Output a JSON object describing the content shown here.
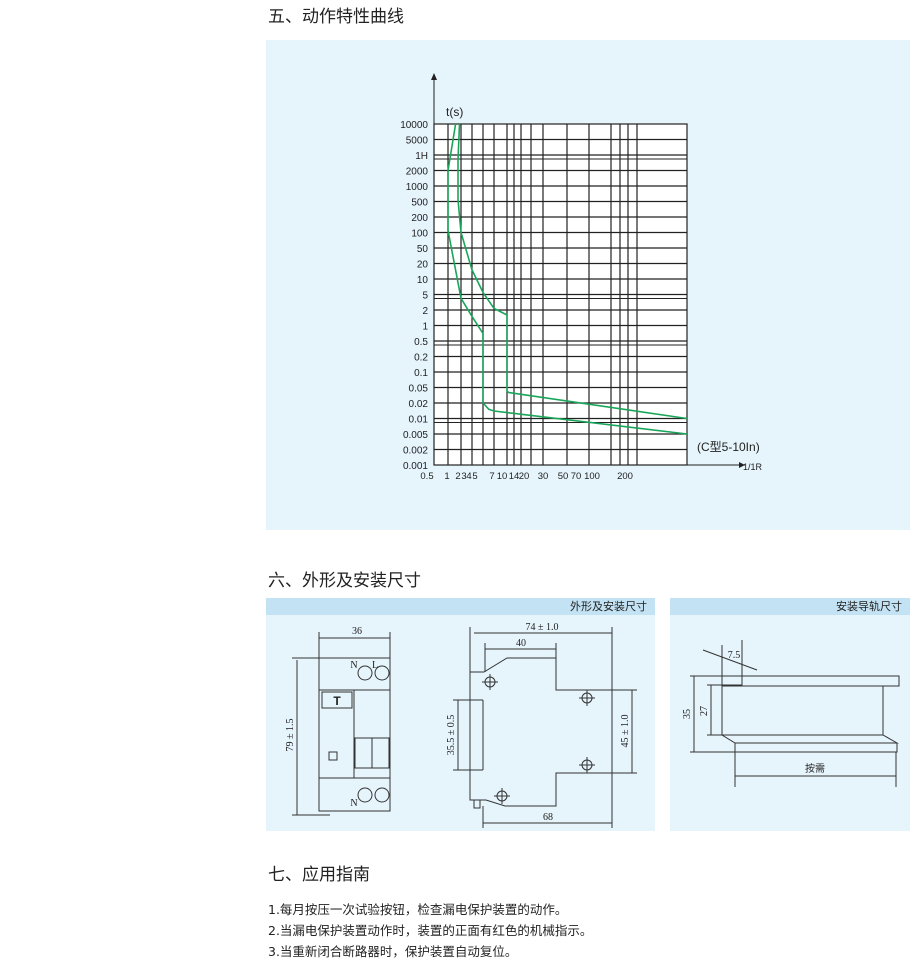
{
  "sections": {
    "s5_title": "五、动作特性曲线",
    "s6_title": "六、外形及安装尺寸",
    "s7_title": "七、应用指南"
  },
  "chart_data": {
    "type": "line",
    "title": "",
    "ylabel": "t(s)",
    "xlabel": "1/1R",
    "annotation": "(C型5-10In)",
    "y_ticks": [
      "10000",
      "5000",
      "1H",
      "2000",
      "1000",
      "500",
      "200",
      "100",
      "50",
      "20",
      "10",
      "5",
      "2",
      "1",
      "0.5",
      "0.2",
      "0.1",
      "0.05",
      "0.02",
      "0.01",
      "0.005",
      "0.002",
      "0.001"
    ],
    "x_ticks": [
      "0.5",
      "1",
      "2",
      "3",
      "4",
      "5",
      "7",
      "10",
      "14",
      "20",
      "30",
      "50",
      "70",
      "100",
      "200"
    ],
    "grid": true,
    "series": [
      {
        "name": "upper",
        "color": "#1aa65a",
        "points": [
          [
            1.85,
            10000
          ],
          [
            1.7,
            3000
          ],
          [
            1.7,
            550
          ],
          [
            2,
            100
          ],
          [
            3,
            15
          ],
          [
            5,
            5.5
          ],
          [
            7,
            2.2
          ],
          [
            10,
            1.6
          ],
          [
            10,
            0.04
          ],
          [
            11,
            0.037
          ],
          [
            1000,
            0.01
          ]
        ]
      },
      {
        "name": "lower",
        "color": "#1aa65a",
        "points": [
          [
            1.5,
            10000
          ],
          [
            1,
            2000
          ],
          [
            1,
            110
          ],
          [
            2,
            4
          ],
          [
            3,
            1.5
          ],
          [
            5,
            0.7
          ],
          [
            5,
            0.02
          ],
          [
            6,
            0.015
          ],
          [
            7,
            0.014
          ],
          [
            1000,
            0.005
          ]
        ]
      }
    ]
  },
  "dimensions": {
    "header_outline": "外形及安装尺寸",
    "header_rail": "安装导轨尺寸",
    "width_36": "36",
    "height_79": "79 ± 1.5",
    "depth_74": "74 ± 1.0",
    "depth_40": "40",
    "rail_35_5": "35.5 ± 0.5",
    "height_45": "45 ± 1.0",
    "depth_68": "68",
    "terminal_N": "N",
    "terminal_L": "L",
    "test_button": "T",
    "rail_7_5": "7.5",
    "rail_35": "35",
    "rail_27": "27",
    "rail_length": "按需"
  },
  "guide": [
    "1.每月按压一次试验按钮，检查漏电保护装置的动作。",
    "2.当漏电保护装置动作时，装置的正面有红色的机械指示。",
    "3.当重新闭合断路器时，保护装置自动复位。"
  ]
}
